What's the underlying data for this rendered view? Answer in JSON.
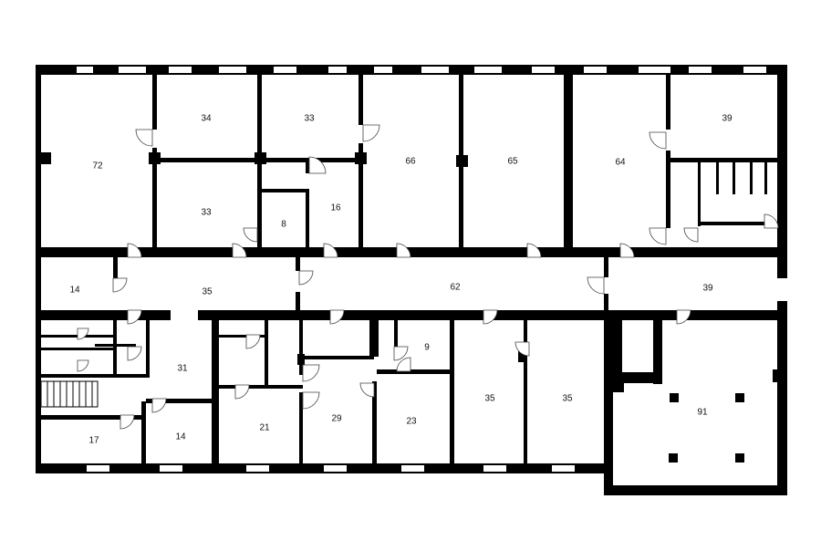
{
  "plan": {
    "colors": {
      "wall": "#000000",
      "background": "#ffffff"
    },
    "rooms": [
      {
        "id": "r72",
        "area": "72"
      },
      {
        "id": "r34",
        "area": "34"
      },
      {
        "id": "r33a",
        "area": "33"
      },
      {
        "id": "r33b",
        "area": "33"
      },
      {
        "id": "r8",
        "area": "8"
      },
      {
        "id": "r16",
        "area": "16"
      },
      {
        "id": "r66",
        "area": "66"
      },
      {
        "id": "r65",
        "area": "65"
      },
      {
        "id": "r64",
        "area": "64"
      },
      {
        "id": "r39a",
        "area": "39"
      },
      {
        "id": "r14a",
        "area": "14"
      },
      {
        "id": "r35a",
        "area": "35"
      },
      {
        "id": "r62",
        "area": "62"
      },
      {
        "id": "r39b",
        "area": "39"
      },
      {
        "id": "r31",
        "area": "31"
      },
      {
        "id": "r9",
        "area": "9"
      },
      {
        "id": "r17",
        "area": "17"
      },
      {
        "id": "r14b",
        "area": "14"
      },
      {
        "id": "r21",
        "area": "21"
      },
      {
        "id": "r29",
        "area": "29"
      },
      {
        "id": "r23",
        "area": "23"
      },
      {
        "id": "r35b",
        "area": "35"
      },
      {
        "id": "r35c",
        "area": "35"
      },
      {
        "id": "r91",
        "area": "91"
      }
    ]
  }
}
